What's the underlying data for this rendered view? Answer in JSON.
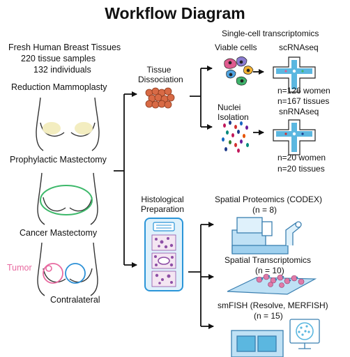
{
  "title": "Workflow Diagram",
  "left": {
    "line1": "Fresh Human Breast Tissues",
    "line2": "220 tissue samples",
    "line3": "132 individuals",
    "reduction": "Reduction Mammoplasty",
    "prophylactic": "Prophylactic Mastectomy",
    "cancer": "Cancer Mastectomy",
    "tumor": "Tumor",
    "contralateral": "Contralateral"
  },
  "middle": {
    "dissociation_1": "Tissue",
    "dissociation_2": "Dissociation",
    "histology_1": "Histological",
    "histology_2": "Preparation"
  },
  "right": {
    "sc_header": "Single-cell transcriptomics",
    "viable": "Viable cells",
    "scrna": "scRNAseq",
    "sc_women": "n=126 women",
    "sc_tissues": "n=167 tissues",
    "nuclei_1": "Nuclei",
    "nuclei_2": "Isolation",
    "snrna": "snRNAseq",
    "sn_women": "n=20 women",
    "sn_tissues": "n=20 tissues",
    "codex": "Spatial Proteomics (CODEX)",
    "codex_n": "(n = 8)",
    "spatial": "Spatial Transcriptomics",
    "spatial_n": "(n = 10)",
    "smfish": "smFISH (Resolve, MERFISH)",
    "smfish_n": "(n = 15)"
  },
  "colors": {
    "breast_outline": "#333333",
    "fat_patch": "#f3edc0",
    "green_ring": "#3db86a",
    "tumor": "#e86aa0",
    "contralateral": "#2a8fd6",
    "tissue": "#d86a45",
    "chip": "#5bb7e0",
    "histo_frame": "#2a95d8",
    "histo_stain": "#8e4fa6"
  }
}
